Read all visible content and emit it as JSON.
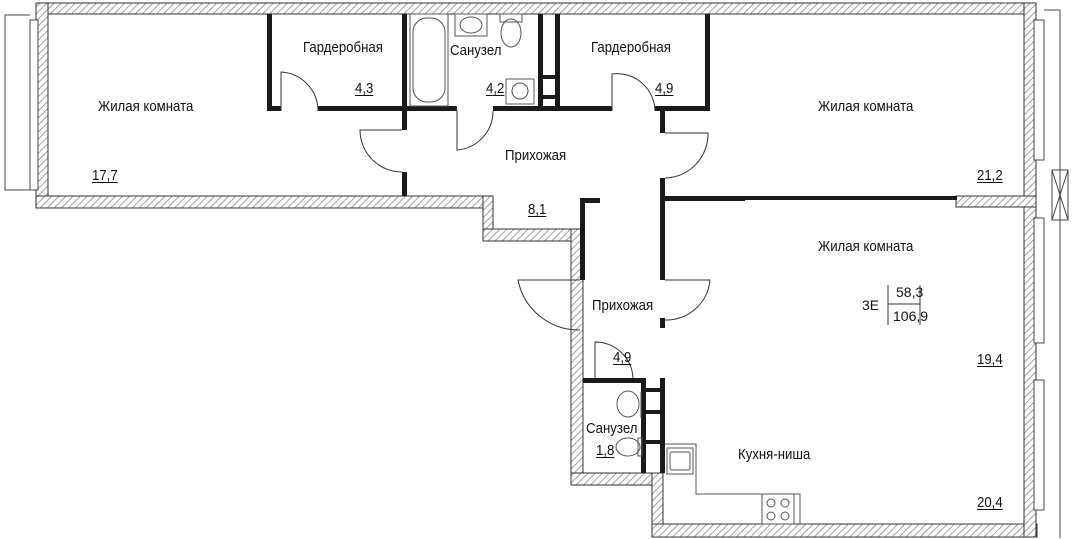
{
  "rooms": {
    "living_left": {
      "name": "Жилая комната",
      "area": "17,7"
    },
    "wardrobe_left": {
      "name": "Гардеробная",
      "area": "4,3"
    },
    "bath_top": {
      "name": "Санузел",
      "area": "4,2"
    },
    "wardrobe_right": {
      "name": "Гардеробная",
      "area": "4,9"
    },
    "living_right": {
      "name": "Жилая комната",
      "area": "21,2"
    },
    "hall_top": {
      "name": "Прихожая",
      "area": "8,1"
    },
    "living_lower": {
      "name": "Жилая комната",
      "area": "19,4"
    },
    "hall_lower": {
      "name": "Прихожая",
      "area": "4,9"
    },
    "bath_lower": {
      "name": "Санузел",
      "area": "1,8"
    },
    "kitchen": {
      "name": "Кухня-ниша",
      "area": "20,4"
    }
  },
  "apartment": {
    "rooms_code": "3Е",
    "living_area": "58,3",
    "total_area": "106,9"
  },
  "colors": {
    "wall": "#222222",
    "hatch": "#b0b0b0",
    "line": "#333333"
  }
}
